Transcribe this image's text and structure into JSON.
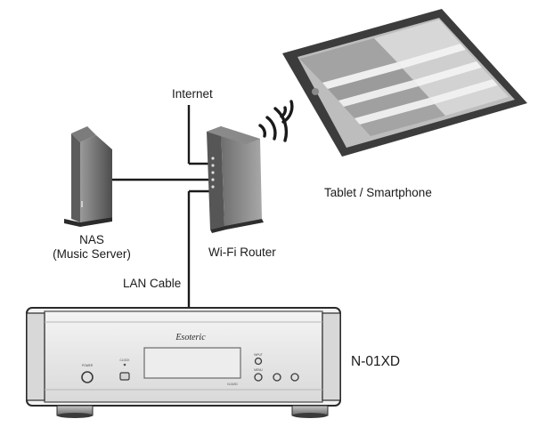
{
  "labels": {
    "internet": "Internet",
    "nas_line1": "NAS",
    "nas_line2": "(Music Server)",
    "router": "Wi-Fi Router",
    "tablet": "Tablet / Smartphone",
    "lan_cable": "LAN Cable",
    "player": "N-01XD"
  },
  "device": {
    "brand": "Esoteric",
    "power": "POWER",
    "clock": "CLOCK",
    "input": "INPUT",
    "menu": "MENU",
    "model_small": "N-01XD"
  },
  "colors": {
    "line": "#1a1a1a",
    "device_body": "#e9e9e9",
    "device_edge": "#3a3a3a",
    "screen": "#cfcfcf"
  }
}
